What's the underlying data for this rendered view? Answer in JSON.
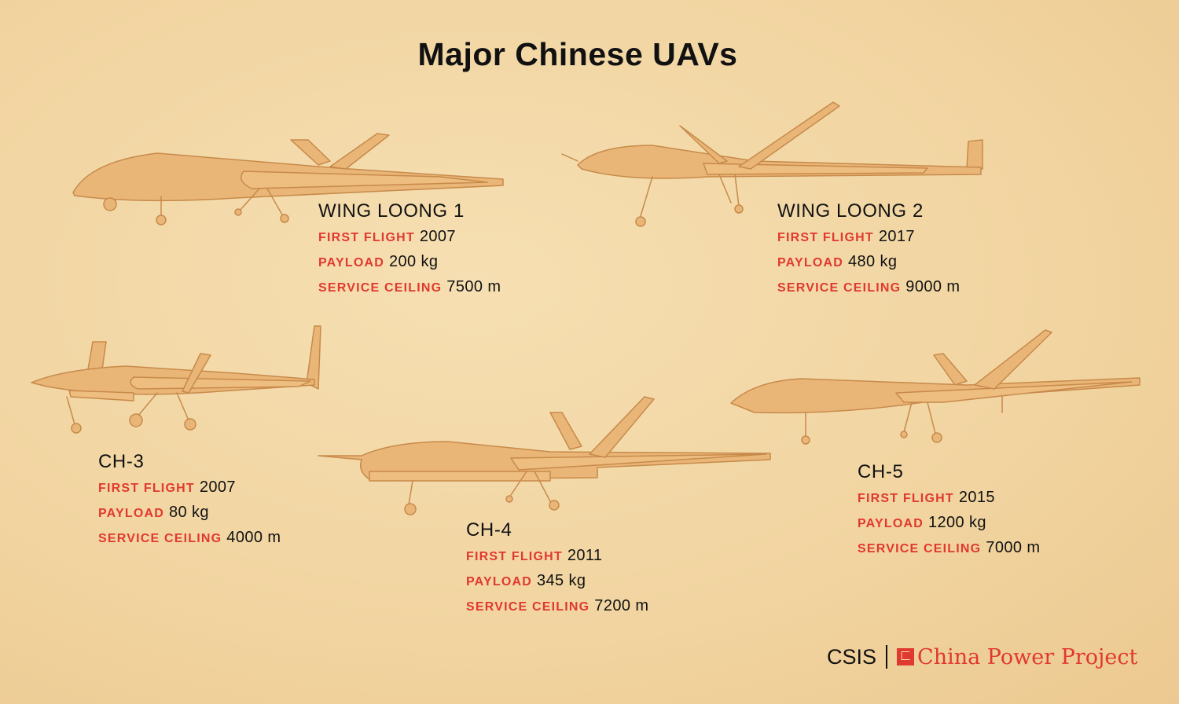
{
  "title": "Major Chinese UAVs",
  "labels": {
    "first_flight": "FIRST FLIGHT",
    "payload": "PAYLOAD",
    "service_ceiling": "SERVICE CEILING"
  },
  "uavs": [
    {
      "name": "WING LOONG 1",
      "first_flight": "2007",
      "payload": "200 kg",
      "service_ceiling": "7500 m"
    },
    {
      "name": "WING LOONG 2",
      "first_flight": "2017",
      "payload": "480 kg",
      "service_ceiling": "9000 m"
    },
    {
      "name": "CH-3",
      "first_flight": "2007",
      "payload": "80 kg",
      "service_ceiling": "4000 m"
    },
    {
      "name": "CH-4",
      "first_flight": "2011",
      "payload": "345 kg",
      "service_ceiling": "7200 m"
    },
    {
      "name": "CH-5",
      "first_flight": "2015",
      "payload": "1200 kg",
      "service_ceiling": "7000 m"
    }
  ],
  "footer": {
    "org": "CSIS",
    "logo_glyph": "匚",
    "project": "China Power Project"
  },
  "colors": {
    "background": "#f3d8a6",
    "label_red": "#e0392f",
    "drawing": "#e8b074",
    "drawing_stroke": "#c98845"
  }
}
